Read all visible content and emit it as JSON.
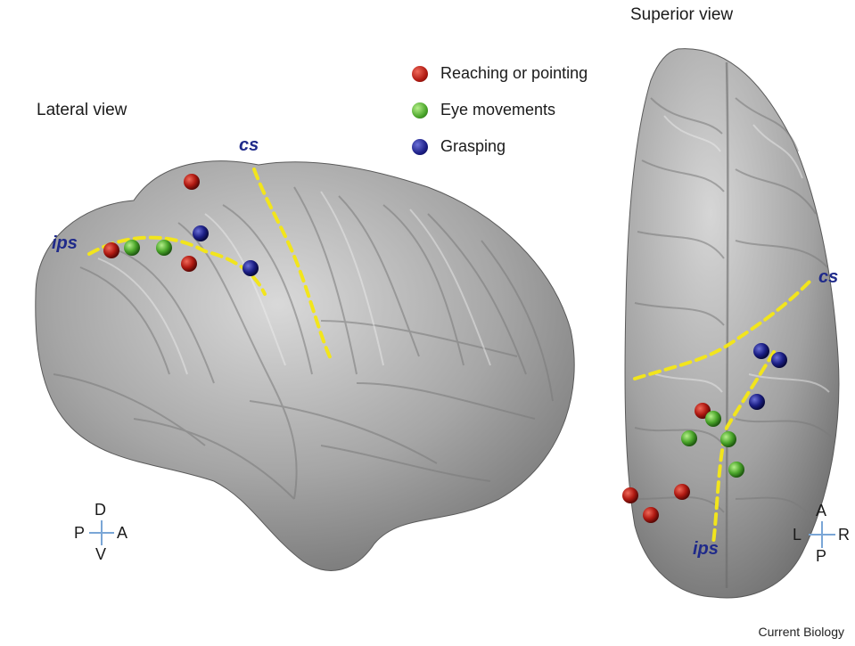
{
  "views": {
    "lateral": "Lateral view",
    "superior": "Superior view"
  },
  "legend": [
    {
      "label": "Reaching or pointing",
      "color": "#b01a12"
    },
    {
      "label": "Eye movements",
      "color": "#4aa52a"
    },
    {
      "label": "Grasping",
      "color": "#1c1f86"
    }
  ],
  "sulci": {
    "cs": "cs",
    "ips": "ips",
    "color": "#f2e51c",
    "label_color": "#1f2a8a"
  },
  "axes": {
    "lateral": {
      "top": "D",
      "bottom": "V",
      "left": "P",
      "right": "A"
    },
    "superior": {
      "top": "A",
      "bottom": "P",
      "left": "L",
      "right": "R"
    }
  },
  "credit": "Current Biology"
}
